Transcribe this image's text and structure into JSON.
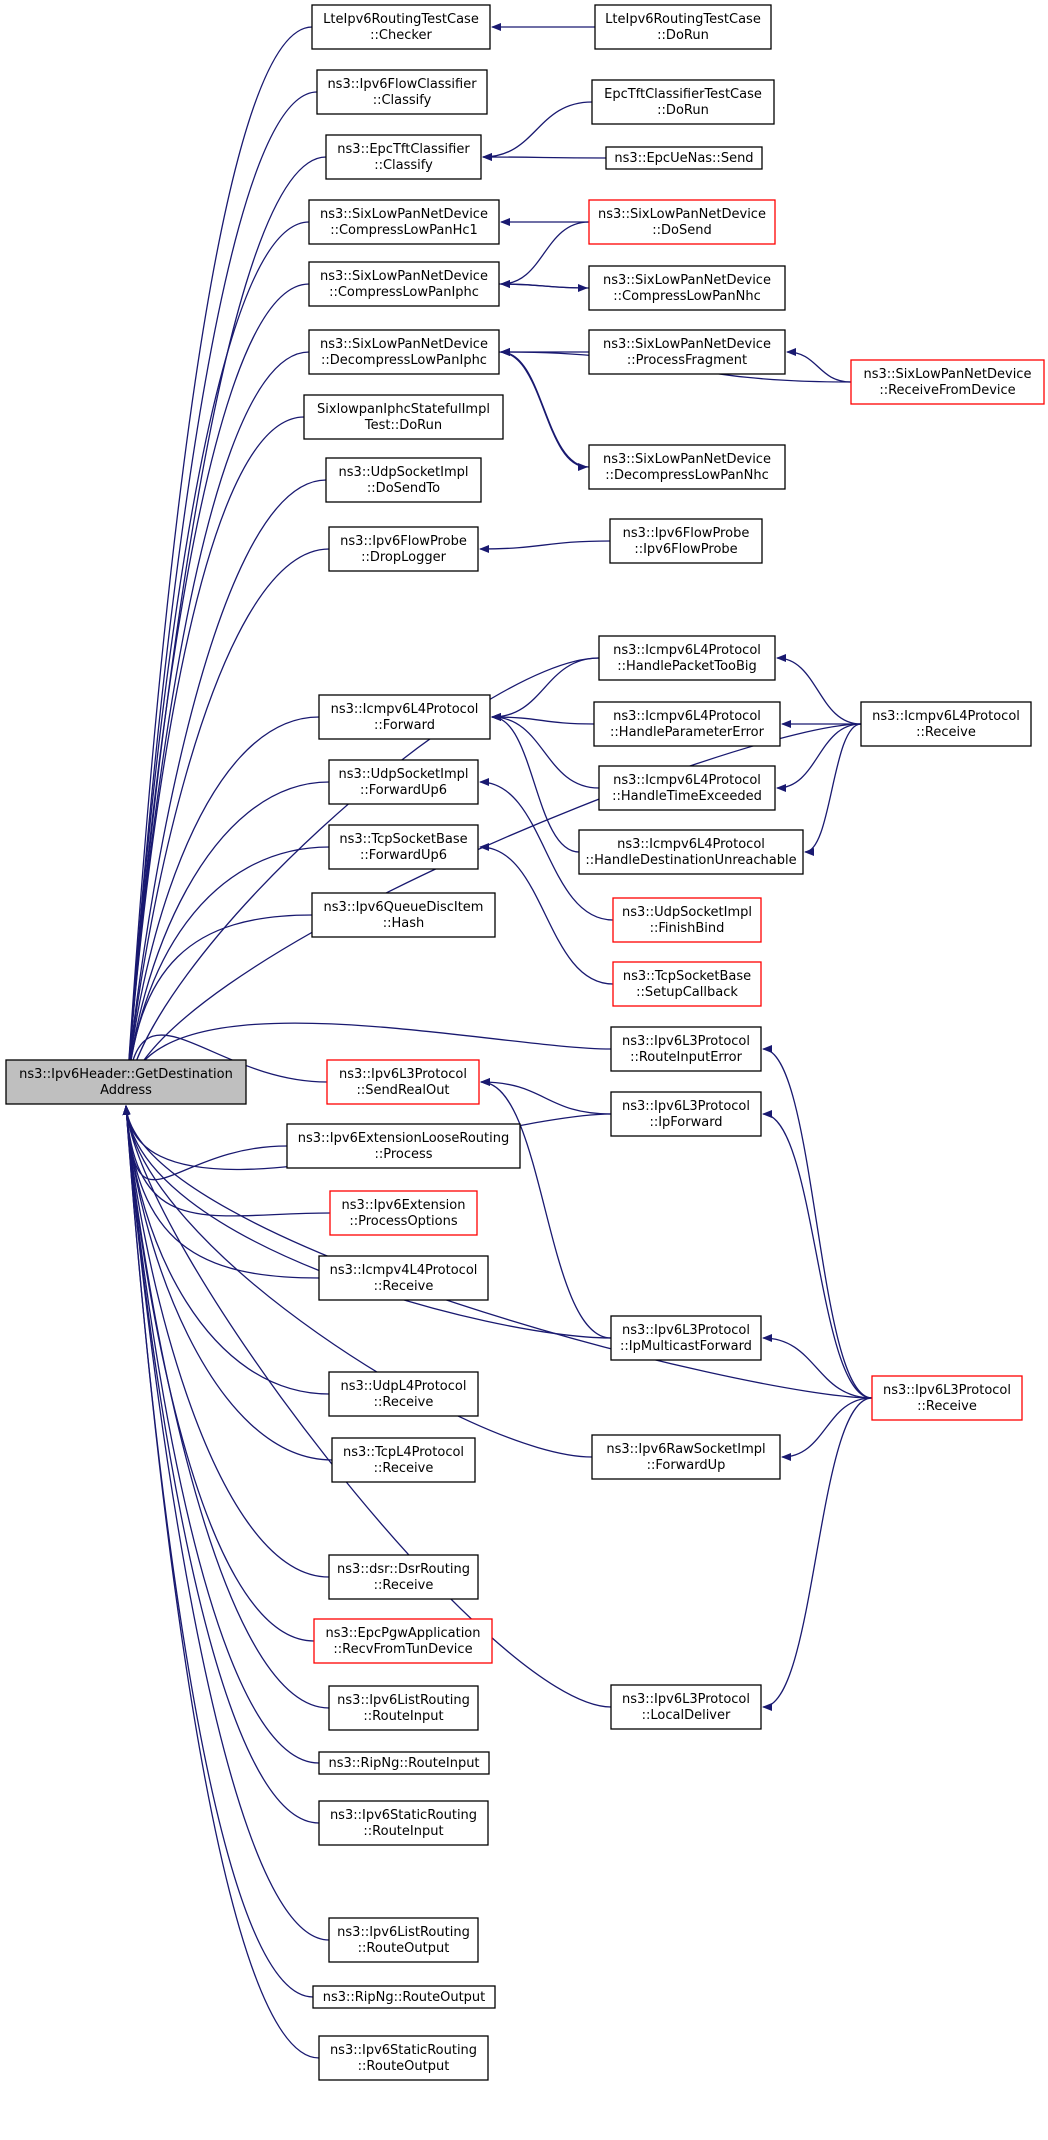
{
  "colors": {
    "edge": "#191970",
    "border": "#000000",
    "border_red": "#ff0000",
    "root_fill": "#bfbfbf",
    "background": "#ffffff"
  },
  "nodes": [
    {
      "id": "root",
      "lines": [
        "ns3::Ipv6Header::GetDestination",
        "Address"
      ],
      "style": "root"
    },
    {
      "id": "n1",
      "lines": [
        "LteIpv6RoutingTestCase",
        "::Checker"
      ],
      "style": "normal"
    },
    {
      "id": "n2",
      "lines": [
        "LteIpv6RoutingTestCase",
        "::DoRun"
      ],
      "style": "normal"
    },
    {
      "id": "n3",
      "lines": [
        "ns3::Ipv6FlowClassifier",
        "::Classify"
      ],
      "style": "normal"
    },
    {
      "id": "n4",
      "lines": [
        "EpcTftClassifierTestCase",
        "::DoRun"
      ],
      "style": "normal"
    },
    {
      "id": "n5",
      "lines": [
        "ns3::EpcTftClassifier",
        "::Classify"
      ],
      "style": "normal"
    },
    {
      "id": "n6",
      "lines": [
        "ns3::EpcUeNas::Send"
      ],
      "style": "normal"
    },
    {
      "id": "n7",
      "lines": [
        "ns3::SixLowPanNetDevice",
        "::CompressLowPanHc1"
      ],
      "style": "normal"
    },
    {
      "id": "n8",
      "lines": [
        "ns3::SixLowPanNetDevice",
        "::DoSend"
      ],
      "style": "red"
    },
    {
      "id": "n9",
      "lines": [
        "ns3::SixLowPanNetDevice",
        "::CompressLowPanIphc"
      ],
      "style": "normal"
    },
    {
      "id": "n10",
      "lines": [
        "ns3::SixLowPanNetDevice",
        "::CompressLowPanNhc"
      ],
      "style": "normal"
    },
    {
      "id": "n11",
      "lines": [
        "ns3::SixLowPanNetDevice",
        "::DecompressLowPanIphc"
      ],
      "style": "normal"
    },
    {
      "id": "n12",
      "lines": [
        "ns3::SixLowPanNetDevice",
        "::ProcessFragment"
      ],
      "style": "normal"
    },
    {
      "id": "n13",
      "lines": [
        "ns3::SixLowPanNetDevice",
        "::ReceiveFromDevice"
      ],
      "style": "red"
    },
    {
      "id": "n14",
      "lines": [
        "SixlowpanIphcStatefulImpl",
        "Test::DoRun"
      ],
      "style": "normal"
    },
    {
      "id": "n15",
      "lines": [
        "ns3::SixLowPanNetDevice",
        "::DecompressLowPanNhc"
      ],
      "style": "normal"
    },
    {
      "id": "n16",
      "lines": [
        "ns3::UdpSocketImpl",
        "::DoSendTo"
      ],
      "style": "normal"
    },
    {
      "id": "n17",
      "lines": [
        "ns3::Ipv6FlowProbe",
        "::DropLogger"
      ],
      "style": "normal"
    },
    {
      "id": "n18",
      "lines": [
        "ns3::Ipv6FlowProbe",
        "::Ipv6FlowProbe"
      ],
      "style": "normal"
    },
    {
      "id": "n19",
      "lines": [
        "ns3::Icmpv6L4Protocol",
        "::HandlePacketTooBig"
      ],
      "style": "normal"
    },
    {
      "id": "n20",
      "lines": [
        "ns3::Icmpv6L4Protocol",
        "::Forward"
      ],
      "style": "normal"
    },
    {
      "id": "n21",
      "lines": [
        "ns3::Icmpv6L4Protocol",
        "::HandleParameterError"
      ],
      "style": "normal"
    },
    {
      "id": "n22",
      "lines": [
        "ns3::Icmpv6L4Protocol",
        "::Receive"
      ],
      "style": "normal"
    },
    {
      "id": "n23",
      "lines": [
        "ns3::UdpSocketImpl",
        "::ForwardUp6"
      ],
      "style": "normal"
    },
    {
      "id": "n24",
      "lines": [
        "ns3::Icmpv6L4Protocol",
        "::HandleTimeExceeded"
      ],
      "style": "normal"
    },
    {
      "id": "n25",
      "lines": [
        "ns3::TcpSocketBase",
        "::ForwardUp6"
      ],
      "style": "normal"
    },
    {
      "id": "n26",
      "lines": [
        "ns3::Icmpv6L4Protocol",
        "::HandleDestinationUnreachable"
      ],
      "style": "normal"
    },
    {
      "id": "n27",
      "lines": [
        "ns3::UdpSocketImpl",
        "::FinishBind"
      ],
      "style": "red"
    },
    {
      "id": "n28",
      "lines": [
        "ns3::Ipv6QueueDiscItem",
        "::Hash"
      ],
      "style": "normal"
    },
    {
      "id": "n29",
      "lines": [
        "ns3::TcpSocketBase",
        "::SetupCallback"
      ],
      "style": "red"
    },
    {
      "id": "n30",
      "lines": [
        "ns3::Ipv6L3Protocol",
        "::RouteInputError"
      ],
      "style": "normal"
    },
    {
      "id": "n31",
      "lines": [
        "ns3::Ipv6L3Protocol",
        "::SendRealOut"
      ],
      "style": "red"
    },
    {
      "id": "n32",
      "lines": [
        "ns3::Ipv6L3Protocol",
        "::IpForward"
      ],
      "style": "normal"
    },
    {
      "id": "n33",
      "lines": [
        "ns3::Ipv6ExtensionLooseRouting",
        "::Process"
      ],
      "style": "normal"
    },
    {
      "id": "n34",
      "lines": [
        "ns3::Ipv6Extension",
        "::ProcessOptions"
      ],
      "style": "red"
    },
    {
      "id": "n35",
      "lines": [
        "ns3::Icmpv4L4Protocol",
        "::Receive"
      ],
      "style": "normal"
    },
    {
      "id": "n36",
      "lines": [
        "ns3::Ipv6L3Protocol",
        "::IpMulticastForward"
      ],
      "style": "normal"
    },
    {
      "id": "n37",
      "lines": [
        "ns3::Ipv6L3Protocol",
        "::Receive"
      ],
      "style": "red"
    },
    {
      "id": "n38",
      "lines": [
        "ns3::UdpL4Protocol",
        "::Receive"
      ],
      "style": "normal"
    },
    {
      "id": "n39",
      "lines": [
        "ns3::Ipv6RawSocketImpl",
        "::ForwardUp"
      ],
      "style": "normal"
    },
    {
      "id": "n40",
      "lines": [
        "ns3::TcpL4Protocol",
        "::Receive"
      ],
      "style": "normal"
    },
    {
      "id": "n41",
      "lines": [
        "ns3::dsr::DsrRouting",
        "::Receive"
      ],
      "style": "normal"
    },
    {
      "id": "n42",
      "lines": [
        "ns3::EpcPgwApplication",
        "::RecvFromTunDevice"
      ],
      "style": "red"
    },
    {
      "id": "n43",
      "lines": [
        "ns3::Ipv6ListRouting",
        "::RouteInput"
      ],
      "style": "normal"
    },
    {
      "id": "n44",
      "lines": [
        "ns3::Ipv6L3Protocol",
        "::LocalDeliver"
      ],
      "style": "normal"
    },
    {
      "id": "n45",
      "lines": [
        "ns3::RipNg::RouteInput"
      ],
      "style": "normal"
    },
    {
      "id": "n46",
      "lines": [
        "ns3::Ipv6StaticRouting",
        "::RouteInput"
      ],
      "style": "normal"
    },
    {
      "id": "n47",
      "lines": [
        "ns3::Ipv6ListRouting",
        "::RouteOutput"
      ],
      "style": "normal"
    },
    {
      "id": "n48",
      "lines": [
        "ns3::RipNg::RouteOutput"
      ],
      "style": "normal"
    },
    {
      "id": "n49",
      "lines": [
        "ns3::Ipv6StaticRouting",
        "::RouteOutput"
      ],
      "style": "normal"
    }
  ],
  "edges": [
    {
      "from": "n1",
      "to": "root"
    },
    {
      "from": "n3",
      "to": "root"
    },
    {
      "from": "n5",
      "to": "root"
    },
    {
      "from": "n7",
      "to": "root"
    },
    {
      "from": "n9",
      "to": "root"
    },
    {
      "from": "n11",
      "to": "root"
    },
    {
      "from": "n14",
      "to": "root"
    },
    {
      "from": "n16",
      "to": "root"
    },
    {
      "from": "n17",
      "to": "root"
    },
    {
      "from": "n22",
      "to": "root"
    },
    {
      "from": "n19",
      "to": "root"
    },
    {
      "from": "n20",
      "to": "root"
    },
    {
      "from": "n23",
      "to": "root"
    },
    {
      "from": "n25",
      "to": "root"
    },
    {
      "from": "n28",
      "to": "root"
    },
    {
      "from": "n30",
      "to": "root"
    },
    {
      "from": "n31",
      "to": "root"
    },
    {
      "from": "n32",
      "to": "root"
    },
    {
      "from": "n33",
      "to": "root"
    },
    {
      "from": "n34",
      "to": "root"
    },
    {
      "from": "n35",
      "to": "root"
    },
    {
      "from": "n36",
      "to": "root"
    },
    {
      "from": "n38",
      "to": "root"
    },
    {
      "from": "n40",
      "to": "root"
    },
    {
      "from": "n39",
      "to": "root"
    },
    {
      "from": "n41",
      "to": "root"
    },
    {
      "from": "n42",
      "to": "root"
    },
    {
      "from": "n43",
      "to": "root"
    },
    {
      "from": "n45",
      "to": "root"
    },
    {
      "from": "n46",
      "to": "root"
    },
    {
      "from": "n44",
      "to": "root"
    },
    {
      "from": "n47",
      "to": "root"
    },
    {
      "from": "n48",
      "to": "root"
    },
    {
      "from": "n49",
      "to": "root"
    },
    {
      "from": "n37",
      "to": "root"
    },
    {
      "from": "n2",
      "to": "n1"
    },
    {
      "from": "n4",
      "to": "n5"
    },
    {
      "from": "n6",
      "to": "n5"
    },
    {
      "from": "n8",
      "to": "n7"
    },
    {
      "from": "n8",
      "to": "n9"
    },
    {
      "from": "n10",
      "to": "n9"
    },
    {
      "from": "n9",
      "to": "n10"
    },
    {
      "from": "n12",
      "to": "n11"
    },
    {
      "from": "n13",
      "to": "n11"
    },
    {
      "from": "n15",
      "to": "n11"
    },
    {
      "from": "n11",
      "to": "n15"
    },
    {
      "from": "n13",
      "to": "n12"
    },
    {
      "from": "n18",
      "to": "n17"
    },
    {
      "from": "n19",
      "to": "n20"
    },
    {
      "from": "n21",
      "to": "n20"
    },
    {
      "from": "n24",
      "to": "n20"
    },
    {
      "from": "n26",
      "to": "n20"
    },
    {
      "from": "n22",
      "to": "n19"
    },
    {
      "from": "n22",
      "to": "n21"
    },
    {
      "from": "n22",
      "to": "n24"
    },
    {
      "from": "n22",
      "to": "n26"
    },
    {
      "from": "n27",
      "to": "n23"
    },
    {
      "from": "n29",
      "to": "n25"
    },
    {
      "from": "n32",
      "to": "n31"
    },
    {
      "from": "n36",
      "to": "n31"
    },
    {
      "from": "n37",
      "to": "n30"
    },
    {
      "from": "n37",
      "to": "n32"
    },
    {
      "from": "n37",
      "to": "n36"
    },
    {
      "from": "n37",
      "to": "n39"
    },
    {
      "from": "n37",
      "to": "n44"
    }
  ]
}
